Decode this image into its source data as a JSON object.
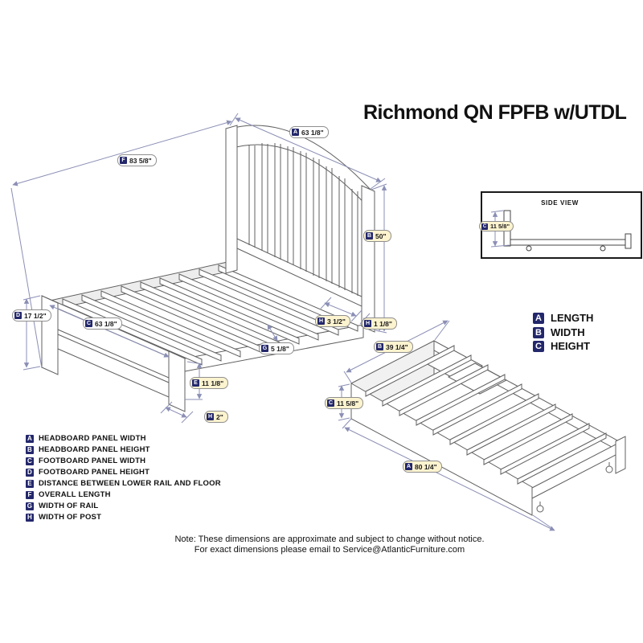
{
  "title": "Richmond QN FPFB w/UTDL",
  "colors": {
    "badge_navy": "#23276b",
    "dimension_line": "#8b8fb5",
    "label_highlight": "#fcf3cf",
    "drawing_line": "#606060"
  },
  "side_view": {
    "title": "SIDE VIEW"
  },
  "dims": {
    "a_top": {
      "letter": "A",
      "value": "63 1/8\""
    },
    "f_len": {
      "letter": "F",
      "value": "83 5/8\""
    },
    "b_hb_h": {
      "letter": "B",
      "value": "50\""
    },
    "d_fb_h": {
      "letter": "D",
      "value": "17 1/2\""
    },
    "c_fb_w": {
      "letter": "C",
      "value": "63 1/8\""
    },
    "h_post_a": {
      "letter": "H",
      "value": "3 1/2\""
    },
    "h_post_b": {
      "letter": "H",
      "value": "1 1/8\""
    },
    "g_rail": {
      "letter": "G",
      "value": "5 1/8\""
    },
    "e_floor": {
      "letter": "E",
      "value": "11 1/8\""
    },
    "h_post_c": {
      "letter": "H",
      "value": "2\""
    },
    "t_width": {
      "letter": "B",
      "value": "39 1/4\""
    },
    "t_height": {
      "letter": "C",
      "value": "11 5/8\""
    },
    "t_length": {
      "letter": "A",
      "value": "80 1/4\""
    },
    "sv_height": {
      "letter": "C",
      "value": "11 5/8\""
    }
  },
  "abc_legend": [
    {
      "letter": "A",
      "label": "LENGTH"
    },
    {
      "letter": "B",
      "label": "WIDTH"
    },
    {
      "letter": "C",
      "label": "HEIGHT"
    }
  ],
  "legend": [
    {
      "letter": "A",
      "label": "HEADBOARD PANEL WIDTH"
    },
    {
      "letter": "B",
      "label": "HEADBOARD PANEL HEIGHT"
    },
    {
      "letter": "C",
      "label": "FOOTBOARD PANEL WIDTH"
    },
    {
      "letter": "D",
      "label": "FOOTBOARD PANEL HEIGHT"
    },
    {
      "letter": "E",
      "label": "DISTANCE BETWEEN LOWER RAIL AND FLOOR"
    },
    {
      "letter": "F",
      "label": "OVERALL LENGTH"
    },
    {
      "letter": "G",
      "label": "WIDTH OF RAIL"
    },
    {
      "letter": "H",
      "label": "WIDTH OF POST"
    }
  ],
  "note": {
    "line1": "Note: These dimensions are approximate and subject to change without notice.",
    "line2": "For exact dimensions please email to Service@AtlanticFurniture.com"
  }
}
